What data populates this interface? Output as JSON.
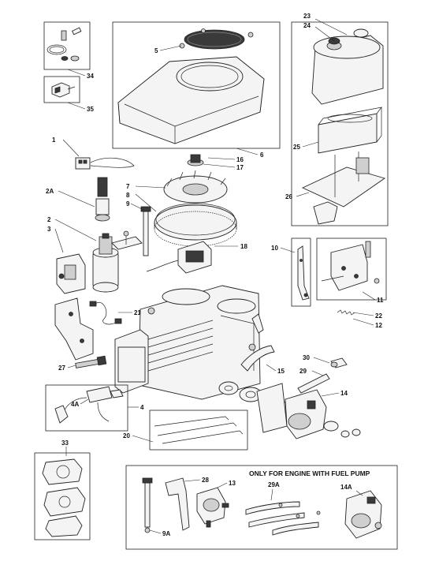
{
  "labels": {
    "l1": "1",
    "l2": "2",
    "l2a": "2A",
    "l3": "3",
    "l4": "4",
    "l4a": "4A",
    "l5": "5",
    "l6": "6",
    "l7": "7",
    "l8": "8",
    "l9": "9",
    "l9a": "9A",
    "l10": "10",
    "l11": "11",
    "l12": "12",
    "l13": "13",
    "l14": "14",
    "l14a": "14A",
    "l15": "15",
    "l16": "16",
    "l17": "17",
    "l18": "18",
    "l20": "20",
    "l21": "21",
    "l22": "22",
    "l23": "23",
    "l24": "24",
    "l25": "25",
    "l26": "26",
    "l27": "27",
    "l28": "28",
    "l29": "29",
    "l29a": "29A",
    "l30": "30",
    "l33": "33",
    "l34": "34",
    "l35": "35"
  },
  "fuel_pump_title": "ONLY FOR ENGINE WITH FUEL PUMP"
}
